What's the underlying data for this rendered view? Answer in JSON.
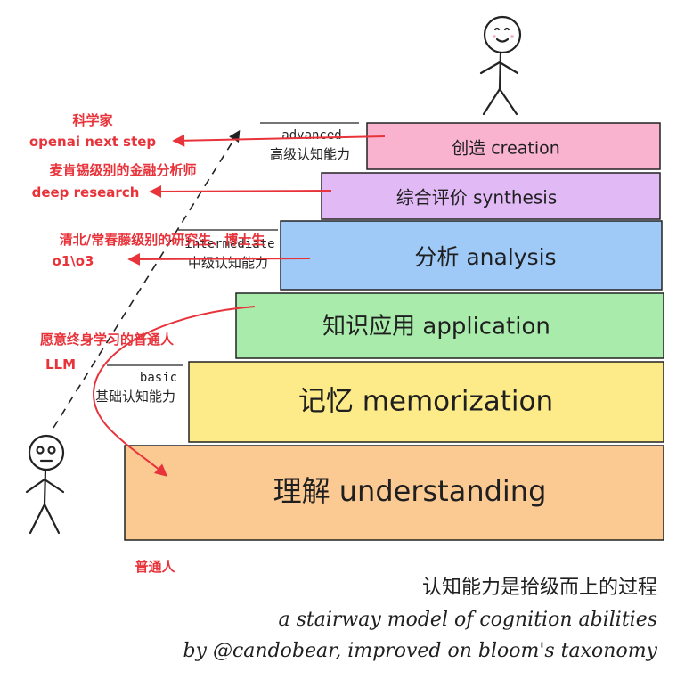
{
  "steps": [
    {
      "label": "创造 creation",
      "color": "#f9b3cf"
    },
    {
      "label": "综合评价 synthesis",
      "color": "#e1b9f5"
    },
    {
      "label": "分析 analysis",
      "color": "#9fcaf7"
    },
    {
      "label": "知识应用 application",
      "color": "#a8ebab"
    },
    {
      "label": "记忆 memorization",
      "color": "#fdeb8a"
    },
    {
      "label": "理解 understanding",
      "color": "#fbca93"
    }
  ],
  "tiers": [
    {
      "en": "advanced",
      "cn": "高级认知能力"
    },
    {
      "en": "intermediate",
      "cn": "中级认知能力"
    },
    {
      "en": "basic",
      "cn": "基础认知能力"
    }
  ],
  "annotations": [
    {
      "line1": "科学家",
      "line2": "openai next step"
    },
    {
      "line1": "麦肯锡级别的金融分析师",
      "line2": "deep research"
    },
    {
      "line1": "清北/常春藤级别的研究生、博士生",
      "line2": "o1\\o3"
    },
    {
      "line1": "愿意终身学习的普通人",
      "line2": "LLM"
    }
  ],
  "person_label": "普通人",
  "caption": {
    "line1": "认知能力是拾级而上的过程",
    "line2": "a stairway model of cognition abilities",
    "line3": "by @candobear, improved on bloom's taxonomy"
  },
  "colors": {
    "accent_red": "#e8333b",
    "stroke": "#222222"
  }
}
